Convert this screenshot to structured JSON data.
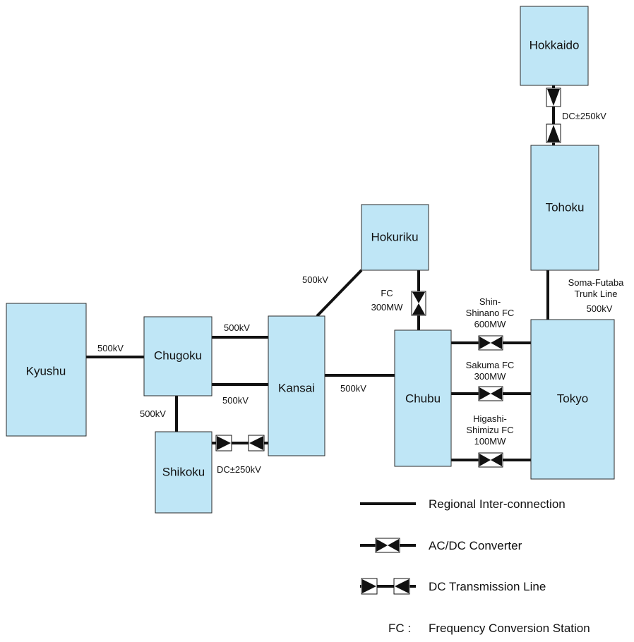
{
  "regions": {
    "hokkaido": "Hokkaido",
    "tohoku": "Tohoku",
    "hokuriku": "Hokuriku",
    "kyushu": "Kyushu",
    "chugoku": "Chugoku",
    "kansai": "Kansai",
    "chubu": "Chubu",
    "tokyo": "Tokyo",
    "shikoku": "Shikoku"
  },
  "links": {
    "kyushu_chugoku": "500kV",
    "chugoku_kansai_upper": "500kV",
    "chugoku_kansai_lower": "500kV",
    "kansai_hokuriku": "500kV",
    "kansai_chubu": "500kV",
    "chugoku_shikoku": "500kV",
    "shikoku_kansai_dc": "DC±250kV",
    "hokkaido_tohoku_dc": "DC±250kV",
    "tohoku_tokyo": {
      "line1": "Soma-Futaba",
      "line2": "Trunk Line",
      "line3": "500kV"
    },
    "hokuriku_chubu_fc": {
      "line1": "FC",
      "line2": "300MW"
    },
    "shin_shinano": {
      "line1": "Shin-",
      "line2": "Shinano FC",
      "line3": "600MW"
    },
    "sakuma": {
      "line1": "Sakuma FC",
      "line2": "300MW"
    },
    "higashi_shimizu": {
      "line1": "Higashi-",
      "line2": "Shimizu FC",
      "line3": "100MW"
    }
  },
  "legend": {
    "regional": "Regional Inter-connection",
    "converter": "AC/DC Converter",
    "dc_line": "DC Transmission Line",
    "fc_abbr": "FC :",
    "fc_desc": "Frequency Conversion Station"
  },
  "colors": {
    "region_fill": "#bfe6f6",
    "line": "#111111"
  }
}
